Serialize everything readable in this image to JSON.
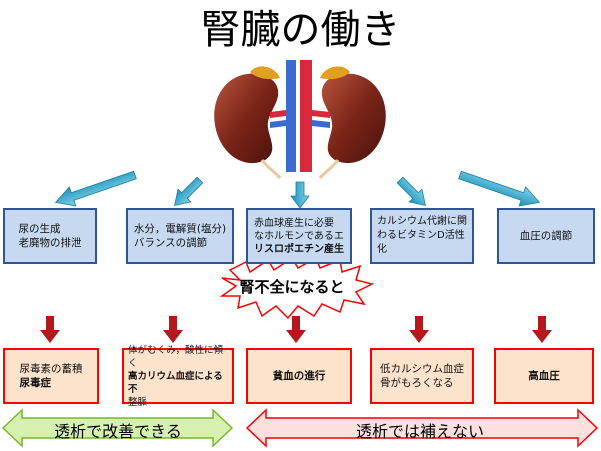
{
  "title": "腎臓の働き",
  "functions": [
    {
      "lines": [
        "尿の生成",
        "老廃物の排泄"
      ]
    },
    {
      "lines": [
        "水分，電解質(塩分)",
        "バランスの調節"
      ]
    },
    {
      "lines": [
        "赤血球産生に必要",
        "なホルモンであるエ",
        "リスロポエチン産生"
      ],
      "bold": [
        "エ",
        "リスロポエチン"
      ]
    },
    {
      "lines": [
        "カルシウム代謝に関",
        "わるビタミンD活性化"
      ],
      "bold": [
        "ビタミンD"
      ]
    },
    {
      "lines": [
        "血圧の調節"
      ]
    }
  ],
  "trigger": "腎不全になると",
  "effects": [
    {
      "lines": [
        "尿毒素の蓄積",
        "尿毒症"
      ]
    },
    {
      "lines": [
        "体がむくみ，酸性に傾く",
        "高カリウム血症による不",
        "整脈"
      ]
    },
    {
      "lines": [
        "貧血の進行"
      ]
    },
    {
      "lines": [
        "低カルシウム血症",
        "骨がもろくなる"
      ]
    },
    {
      "lines": [
        "高血圧"
      ]
    }
  ],
  "dialysis_can": "透析で改善できる",
  "dialysis_cannot": "透析では補えない",
  "colors": {
    "blue_fill": "#c6d9f1",
    "blue_border": "#2f5597",
    "red_fill": "#fde3cc",
    "red_border": "#ff0000",
    "green_arrow": "#d6f0b0",
    "green_border": "#77b82a",
    "pink_arrow": "#fbe0df",
    "pink_border": "#ff0000"
  }
}
